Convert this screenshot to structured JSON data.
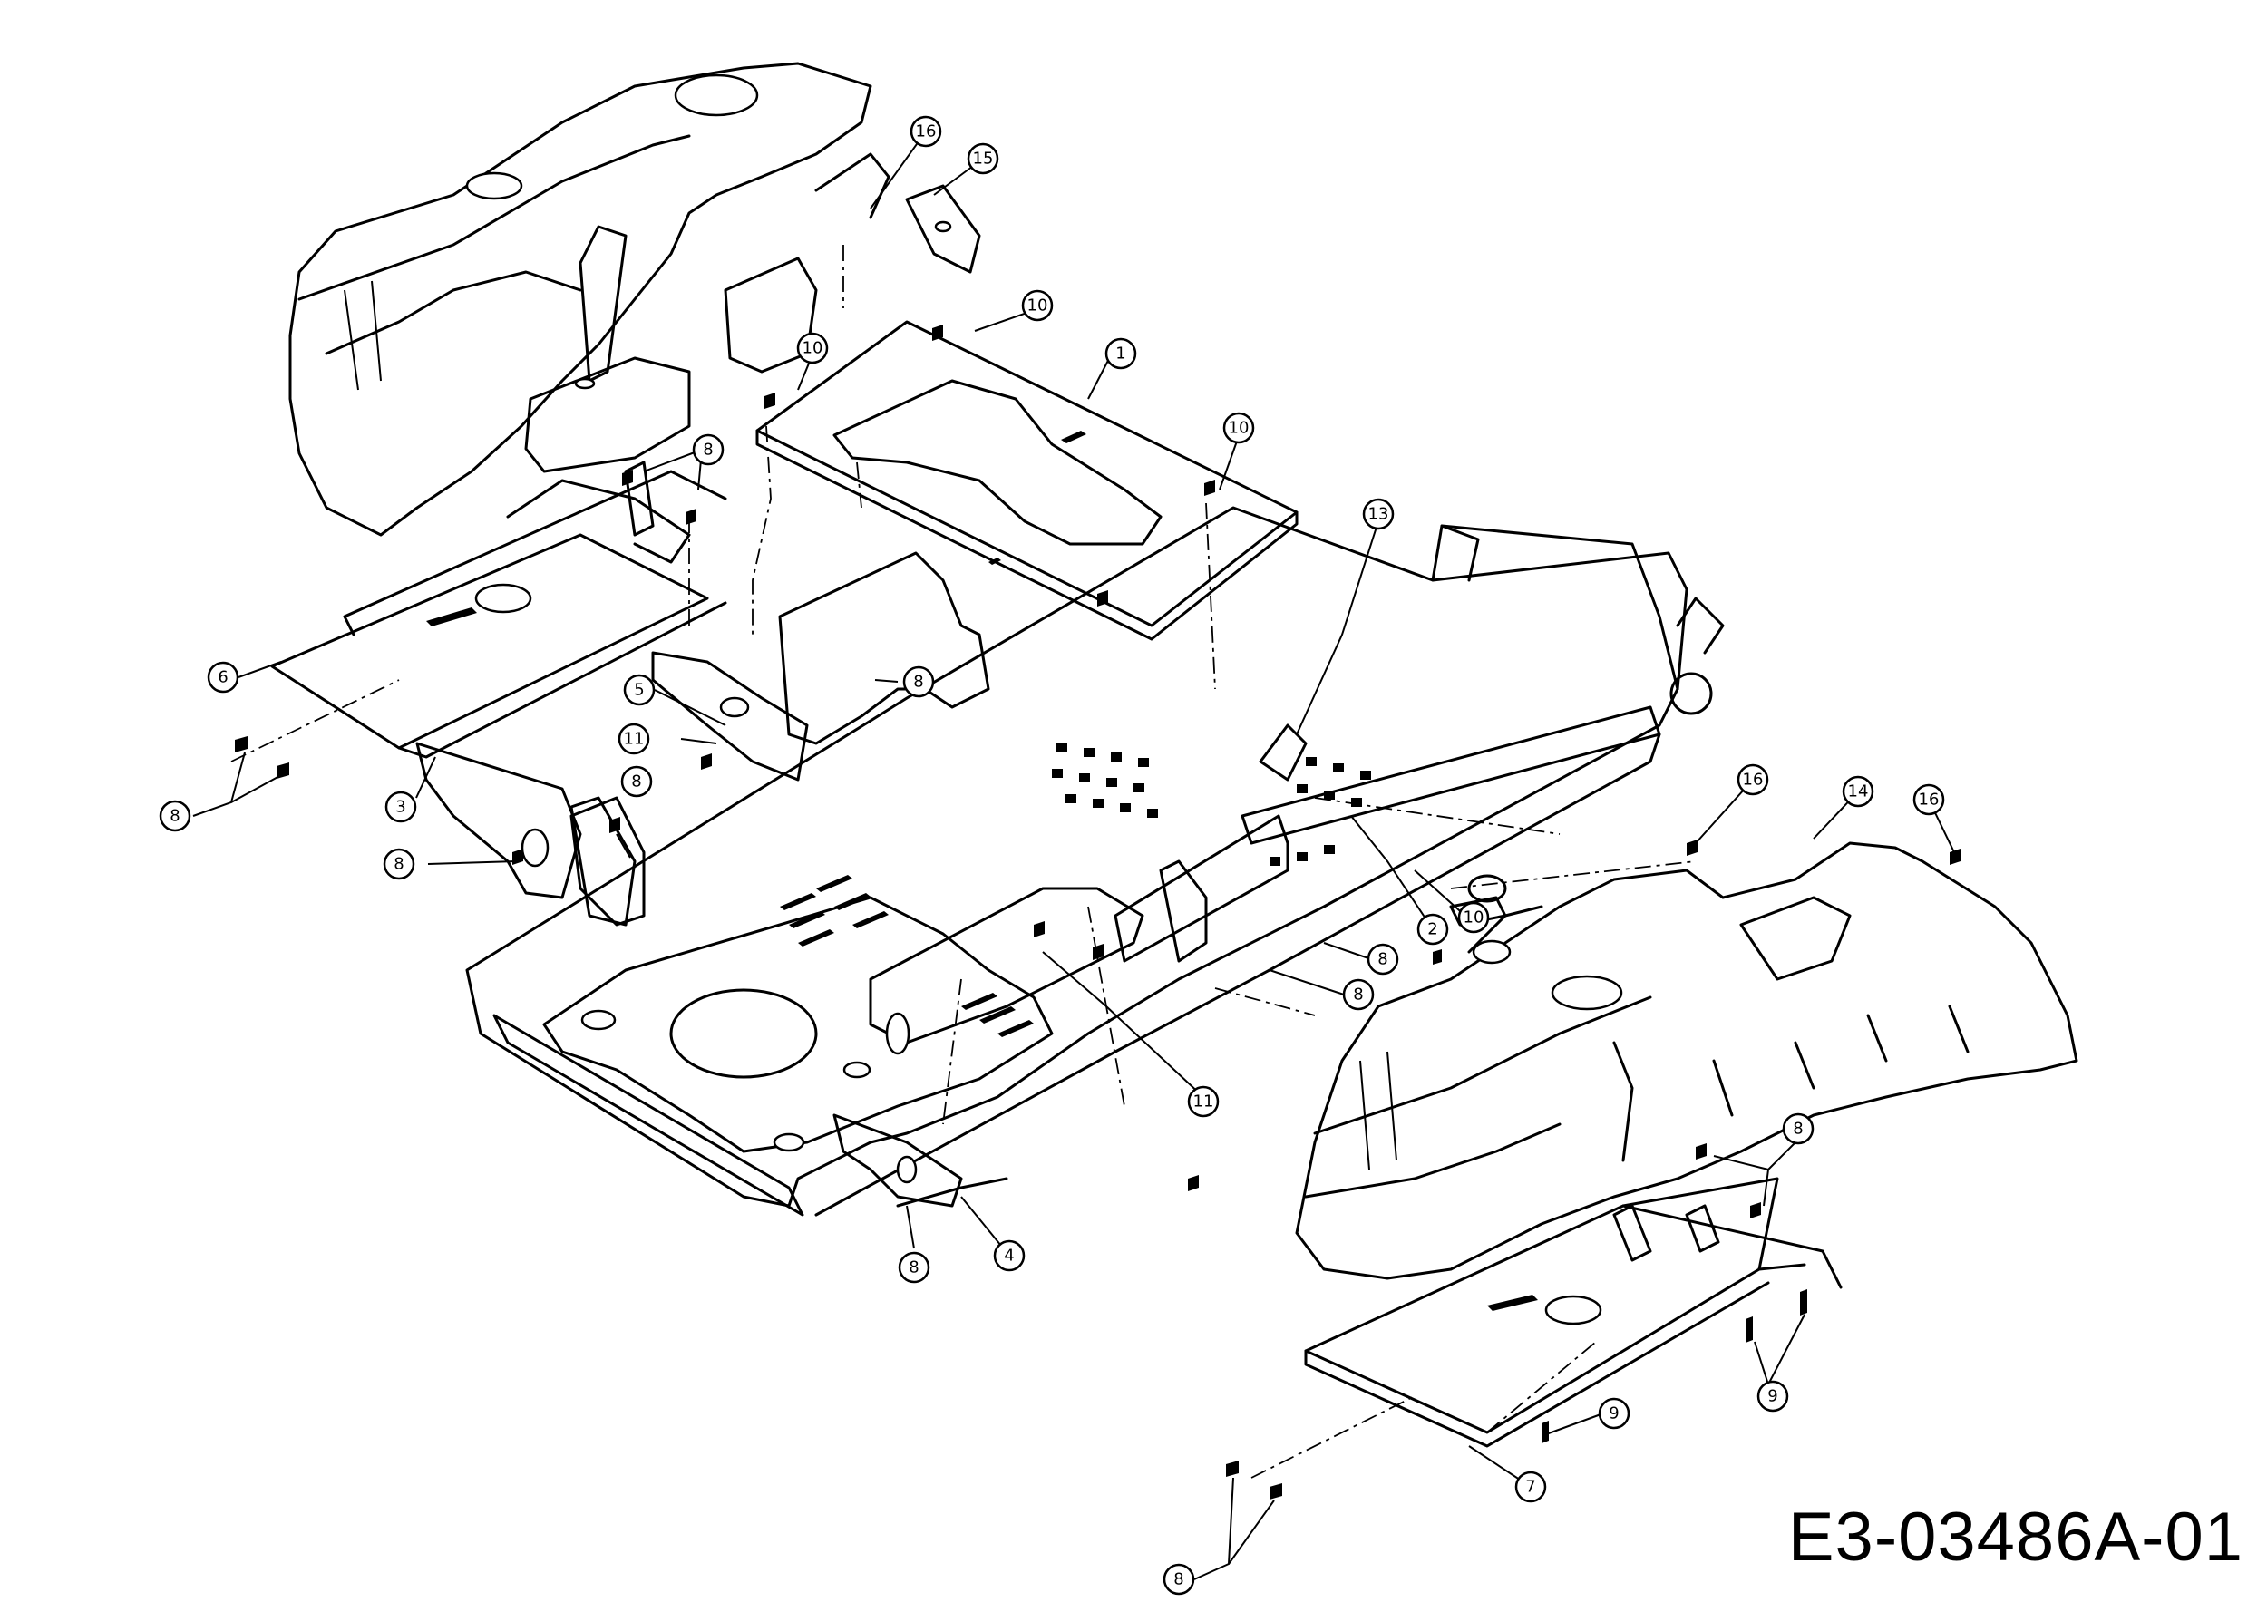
{
  "drawing_number": "E3-03486A-01",
  "callouts": [
    {
      "id": "c1",
      "label": "1"
    },
    {
      "id": "c2",
      "label": "2"
    },
    {
      "id": "c3",
      "label": "3"
    },
    {
      "id": "c4",
      "label": "4"
    },
    {
      "id": "c5",
      "label": "5"
    },
    {
      "id": "c6",
      "label": "6"
    },
    {
      "id": "c7",
      "label": "7"
    },
    {
      "id": "c8a",
      "label": "8"
    },
    {
      "id": "c8b",
      "label": "8"
    },
    {
      "id": "c8c",
      "label": "8"
    },
    {
      "id": "c8d",
      "label": "8"
    },
    {
      "id": "c8e",
      "label": "8"
    },
    {
      "id": "c8f",
      "label": "8"
    },
    {
      "id": "c8g",
      "label": "8"
    },
    {
      "id": "c8h",
      "label": "8"
    },
    {
      "id": "c8i",
      "label": "8"
    },
    {
      "id": "c8j",
      "label": "8"
    },
    {
      "id": "c9a",
      "label": "9"
    },
    {
      "id": "c9b",
      "label": "9"
    },
    {
      "id": "c10a",
      "label": "10"
    },
    {
      "id": "c10b",
      "label": "10"
    },
    {
      "id": "c10c",
      "label": "10"
    },
    {
      "id": "c10d",
      "label": "10"
    },
    {
      "id": "c11a",
      "label": "11"
    },
    {
      "id": "c11b",
      "label": "11"
    },
    {
      "id": "c13",
      "label": "13"
    },
    {
      "id": "c14",
      "label": "14"
    },
    {
      "id": "c15",
      "label": "15"
    },
    {
      "id": "c16a",
      "label": "16"
    },
    {
      "id": "c16b",
      "label": "16"
    },
    {
      "id": "c16c",
      "label": "16"
    }
  ]
}
